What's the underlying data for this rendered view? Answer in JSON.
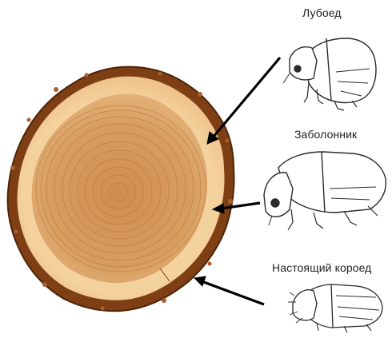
{
  "figure": {
    "labels": [
      {
        "text": "Лубоед"
      },
      {
        "text": "Заболонник"
      },
      {
        "text": "Настоящий короед"
      }
    ],
    "colors": {
      "bark": "#8a4a1c",
      "bark_edge": "#5a2a0a",
      "sapwood": "#f2cd98",
      "heartwood": "#d49a5c",
      "rings": "#b8763c",
      "beetle_stroke": "#2a2a2a",
      "beetle_fill": "#ffffff",
      "arrow": "#000000"
    },
    "icons": [
      "tree-cross-section",
      "bark-beetle-icon",
      "sapwood-beetle-icon",
      "true-bark-beetle-icon"
    ]
  }
}
